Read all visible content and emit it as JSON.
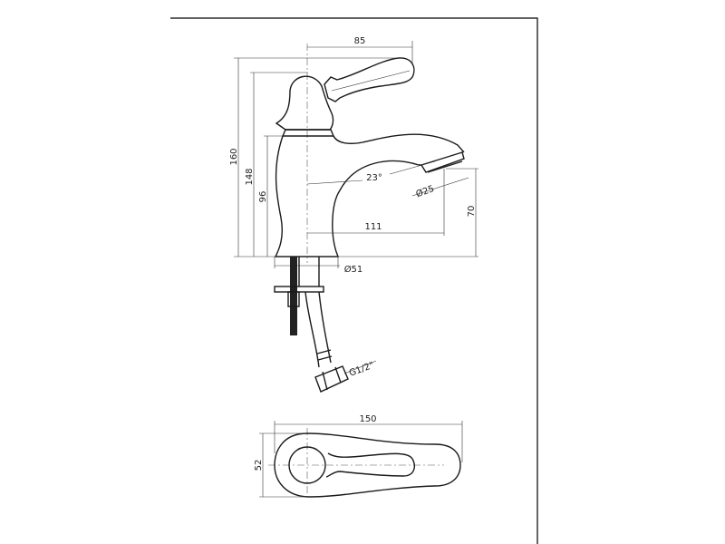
{
  "drawing": {
    "subject": "faucet",
    "side_view": {
      "dim_width_top": "85",
      "dim_height_total": "160",
      "dim_height_handle": "148",
      "dim_height_body": "96",
      "dim_angle": "23°",
      "dim_nozzle_diameter": "Ø25",
      "dim_spout_reach": "111",
      "dim_spout_height": "70",
      "dim_base_diameter": "Ø51",
      "dim_hose_thread": "G1/2\""
    },
    "top_view": {
      "dim_length": "150",
      "dim_width": "52"
    }
  }
}
